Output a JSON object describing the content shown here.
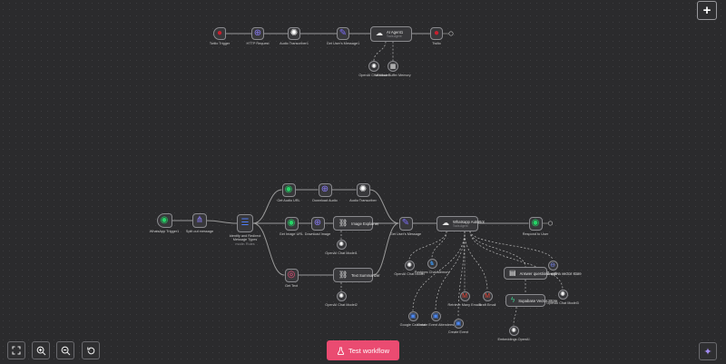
{
  "colors": {
    "canvas": "#2b2b2d",
    "connector": "#9a9a9a",
    "ai_connector": "#b8b8b8",
    "test_button": "#ea4b71",
    "whatsapp": "#25d366",
    "http": "#8a7cf7",
    "openai": "#ffffff",
    "edit": "#7b6cf7",
    "red_node": "#c8202f"
  },
  "workflow_top": {
    "nodes": [
      {
        "id": "twilio-trigger",
        "label": "Twilio Trigger",
        "sub": "",
        "icon": "twilio-icon"
      },
      {
        "id": "http-request",
        "label": "HTTP Request",
        "sub": "",
        "icon": "globe-icon"
      },
      {
        "id": "audio-transcriber",
        "label": "Audio Transcriber1",
        "sub": "",
        "icon": "openai-icon"
      },
      {
        "id": "get-users-message-top",
        "label": "Get User's Message1",
        "sub": "",
        "icon": "pencil-icon"
      },
      {
        "id": "ai-agent-top",
        "label": "AI Agent1",
        "sub": "Tools Agent",
        "icon": "robot-icon"
      },
      {
        "id": "twilio",
        "label": "Twilio",
        "sub": "",
        "icon": "twilio-icon"
      },
      {
        "id": "openai-chat-model-top",
        "label": "OpenAI Chat Model",
        "sub": "",
        "icon": "openai-icon"
      },
      {
        "id": "window-buffer-memory",
        "label": "Window Buffer Memory",
        "sub": "",
        "icon": "memory-icon"
      }
    ]
  },
  "workflow_main": {
    "nodes": [
      {
        "id": "whatsapp-trigger",
        "label": "WhatsApp Trigger1",
        "sub": "",
        "icon": "whatsapp-icon"
      },
      {
        "id": "split-out-message",
        "label": "Split out message",
        "sub": "",
        "icon": "split-icon"
      },
      {
        "id": "identify-message-types",
        "label": "Identify and Redirect Message Types",
        "sub": "mode: Rules",
        "icon": "switch-icon"
      },
      {
        "id": "get-audio-url",
        "label": "Get Audio URL",
        "sub": "",
        "icon": "whatsapp-icon"
      },
      {
        "id": "download-audio",
        "label": "Download Audio",
        "sub": "",
        "icon": "globe-icon"
      },
      {
        "id": "audio-transcriber-main",
        "label": "Audio Transcriber",
        "sub": "",
        "icon": "openai-icon"
      },
      {
        "id": "get-image-url",
        "label": "Get Image URL",
        "sub": "",
        "icon": "whatsapp-icon"
      },
      {
        "id": "download-image",
        "label": "Download Image",
        "sub": "",
        "icon": "globe-icon"
      },
      {
        "id": "image-explainer",
        "label": "Image Explainer",
        "sub": "",
        "icon": "link-icon"
      },
      {
        "id": "openai-chat-model1",
        "label": "OpenAI Chat Model1",
        "sub": "",
        "icon": "openai-icon"
      },
      {
        "id": "get-text",
        "label": "Get Text",
        "sub": "",
        "icon": "text-icon"
      },
      {
        "id": "text-summarizer",
        "label": "Text Summarizer",
        "sub": "",
        "icon": "link-icon"
      },
      {
        "id": "openai-chat-model2",
        "label": "OpenAI Chat Model2",
        "sub": "",
        "icon": "openai-icon"
      },
      {
        "id": "get-users-message-main",
        "label": "Get User's Message",
        "sub": "",
        "icon": "pencil-icon"
      },
      {
        "id": "whatsapp-autobot",
        "label": "Whatsapp AutoBot",
        "sub": "Tools Agent",
        "icon": "robot-icon"
      },
      {
        "id": "respond-to-user",
        "label": "Respond to User",
        "sub": "",
        "icon": "whatsapp-icon"
      },
      {
        "id": "openai-chat-model-main",
        "label": "OpenAI Chat Model",
        "sub": "",
        "icon": "openai-icon"
      },
      {
        "id": "postgres-chat-memory",
        "label": "Postgres Chat Memory",
        "sub": "",
        "icon": "postgres-icon"
      },
      {
        "id": "google-calendar",
        "label": "Google Calendar",
        "sub": "",
        "icon": "calendar-icon"
      },
      {
        "id": "create-event-attendees",
        "label": "Create Event Attendees",
        "sub": "",
        "icon": "calendar-icon"
      },
      {
        "id": "create-event",
        "label": "Create Event",
        "sub": "",
        "icon": "calendar-icon"
      },
      {
        "id": "retrieve-many-emails",
        "label": "Retrieve Many Emails",
        "sub": "",
        "icon": "gmail-icon"
      },
      {
        "id": "draft-email",
        "label": "Draft Email",
        "sub": "",
        "icon": "gmail-icon"
      },
      {
        "id": "answer-questions",
        "label": "Answer questions with a vector store",
        "sub": "",
        "icon": "vector-store-icon"
      },
      {
        "id": "supabase-vector-store",
        "label": "Supabase Vector Store",
        "sub": "",
        "icon": "supabase-icon"
      },
      {
        "id": "openai-chat-model3",
        "label": "OpenAI Chat Model3",
        "sub": "",
        "icon": "openai-icon"
      },
      {
        "id": "serpapi",
        "label": "SerpAPI",
        "sub": "",
        "icon": "serpapi-icon"
      },
      {
        "id": "embeddings-openai",
        "label": "Embeddings OpenAI",
        "sub": "",
        "icon": "openai-icon"
      }
    ]
  },
  "controls": {
    "zoom_to_fit_icon": "fullscreen-icon",
    "zoom_in_icon": "zoom-in-icon",
    "zoom_out_icon": "zoom-out-icon",
    "reset_icon": "reset-icon",
    "test_button_label": "Test workflow",
    "test_button_icon": "flask-icon",
    "add_node_icon": "plus-icon",
    "ask_ai_icon": "sparkle-icon"
  }
}
